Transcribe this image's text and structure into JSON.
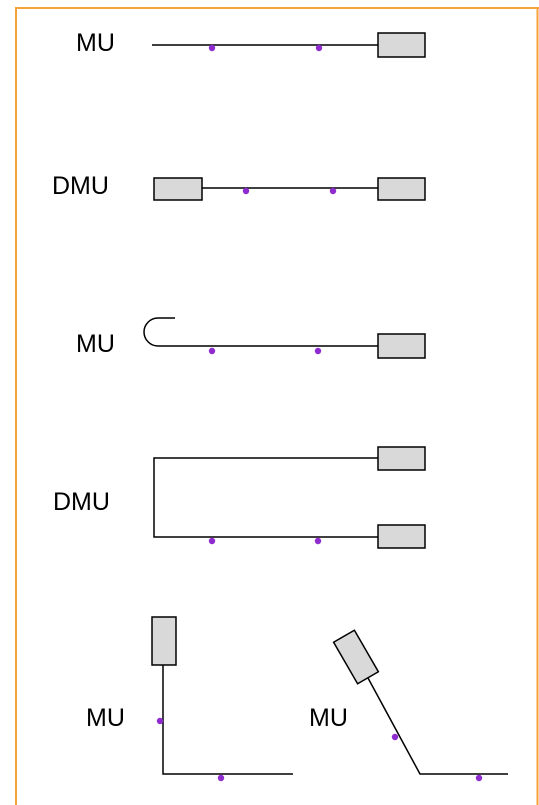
{
  "colors": {
    "border": "#f5a23a",
    "line": "#000000",
    "box_fill": "#d9d9d9",
    "box_stroke": "#000000",
    "dot": "#8e2ccf"
  },
  "diagrams": [
    {
      "label": "MU"
    },
    {
      "label": "DMU"
    },
    {
      "label": "MU"
    },
    {
      "label": "DMU"
    },
    {
      "label": "MU"
    },
    {
      "label": "MU"
    }
  ]
}
